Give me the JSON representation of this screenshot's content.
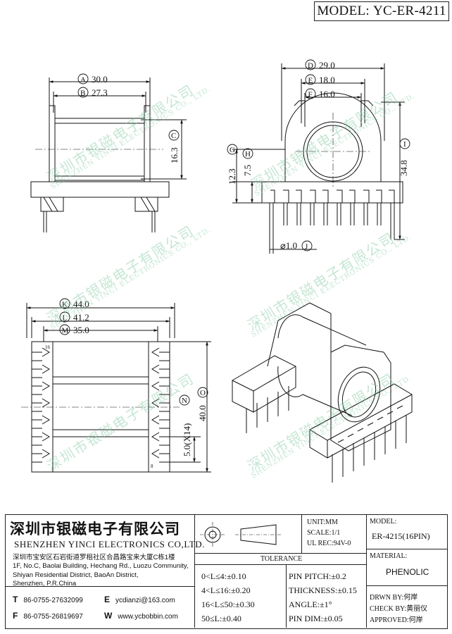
{
  "model_box": {
    "label": "MODEL:",
    "value": "YC-ER-4211"
  },
  "dimensions": {
    "A": "30.0",
    "B": "27.3",
    "C": "16.3",
    "D": "29.0",
    "E": "18.0",
    "F": "16.0",
    "G": "12.3",
    "H": "7.5",
    "I": "34.8",
    "J": "⌀1.0",
    "K": "44.0",
    "L": "41.2",
    "M": "35.0",
    "N": "5.0(X14)",
    "O": "40.0"
  },
  "dim_letters": {
    "A": "A",
    "B": "B",
    "C": "C",
    "D": "D",
    "E": "E",
    "F": "F",
    "G": "G",
    "H": "H",
    "I": "I",
    "J": "J",
    "K": "K",
    "L": "L",
    "M": "M",
    "N": "N",
    "O": "O"
  },
  "pin_labels": {
    "first": "16",
    "last": "8"
  },
  "watermark": {
    "cn": "深圳市银磁电子有限公司",
    "en": "SHENZHEN YINCI ELECTRONICS CO., LTD."
  },
  "title_block": {
    "company_cn": "深圳市银磁电子有限公司",
    "company_en": "SHENZHEN YINCI ELECTRONICS CO,LTD.",
    "address_lines": [
      "深圳市宝安区石岩街道罗租社区合昌路宝来大厦C栋1楼",
      "1F, No.C, Baolai Building, Hechang Rd., Luozu Community,",
      "Shiyan Residential District, BaoAn District,",
      "Shenzhen, P.R.China"
    ],
    "tel_key": "T",
    "tel": "86-0755-27632099",
    "fax_key": "F",
    "fax": "86-0755-26819697",
    "email_key": "E",
    "email": "ycdianzi@163.com",
    "web_key": "W",
    "web": "www.ycbobbin.com",
    "unit": "UNIT:MM",
    "scale": "SCALE:1/1",
    "ul": "UL REC:94V-0",
    "model_label": "MODEL:",
    "model_value": "ER-4215(16PIN)",
    "material_label": "MATERIAL:",
    "material_value": "PHENOLIC",
    "tolerance_title": "TOLERANCE",
    "tolerances_left": [
      "0<L≤4:±0.10",
      "4<L≤16:±0.20",
      "16<L≤50:±0.30",
      "50≤L:±0.40"
    ],
    "tolerances_right": [
      "PIN PITCH:±0.2",
      "THICKNESS:±0.15",
      "ANGLE:±1°",
      "PIN DIM:±0.05"
    ],
    "drawn": "DRWN BY:何岸",
    "check": "CHECK BY:黄丽仪",
    "approved": "APPROVED:何岸"
  }
}
